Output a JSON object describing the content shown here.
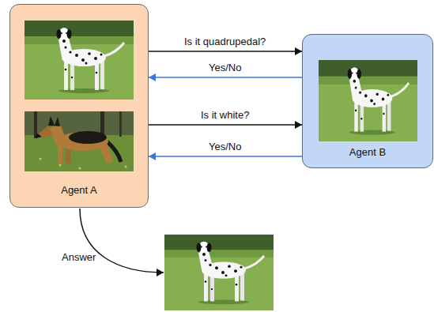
{
  "diagram": {
    "nodes": [
      {
        "text": [
          "Agent A"
        ]
      },
      {
        "text": [
          "Agent B"
        ]
      }
    ],
    "edges": [
      {
        "from": 0,
        "to": 1,
        "label": "Is it quadrupedal?",
        "arrow": "to"
      },
      {
        "from": 1,
        "to": 0,
        "label": "Yes/No",
        "arrow": "to"
      },
      {
        "from": 0,
        "to": 1,
        "label": "Is it white?",
        "arrow": "to"
      },
      {
        "from": 1,
        "to": 0,
        "label": "Yes/No",
        "arrow": "to"
      }
    ],
    "labels": [
      "Answer"
    ]
  }
}
